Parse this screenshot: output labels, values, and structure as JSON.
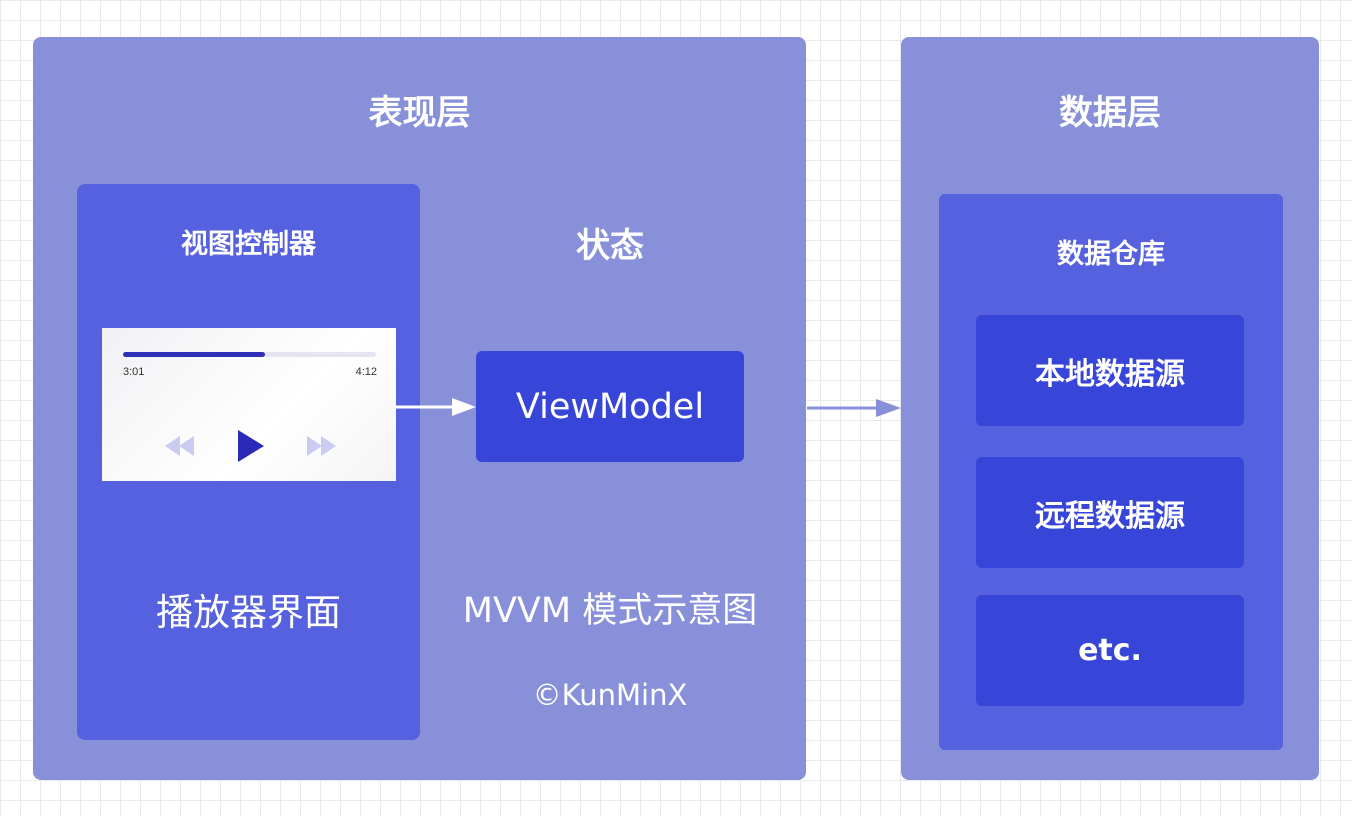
{
  "presentation_layer": {
    "title": "表现层",
    "view_controller": {
      "title": "视图控制器",
      "player": {
        "current_time": "3:01",
        "total_time": "4:12",
        "progress": 0.56,
        "icons": [
          "rewind-icon",
          "play-icon",
          "fast-forward-icon"
        ]
      },
      "label": "播放器界面"
    },
    "state": {
      "title": "状态",
      "viewmodel_label": "ViewModel"
    },
    "caption": "MVVM 模式示意图",
    "copyright": "©KunMinX"
  },
  "data_layer": {
    "title": "数据层",
    "repository": {
      "title": "数据仓库",
      "sources": [
        "本地数据源",
        "远程数据源",
        "etc."
      ]
    }
  },
  "colors": {
    "layer_bg": "#8790d9",
    "panel_bg": "#5661df",
    "box_bg": "#3845d9",
    "accent": "#2f2fba"
  }
}
